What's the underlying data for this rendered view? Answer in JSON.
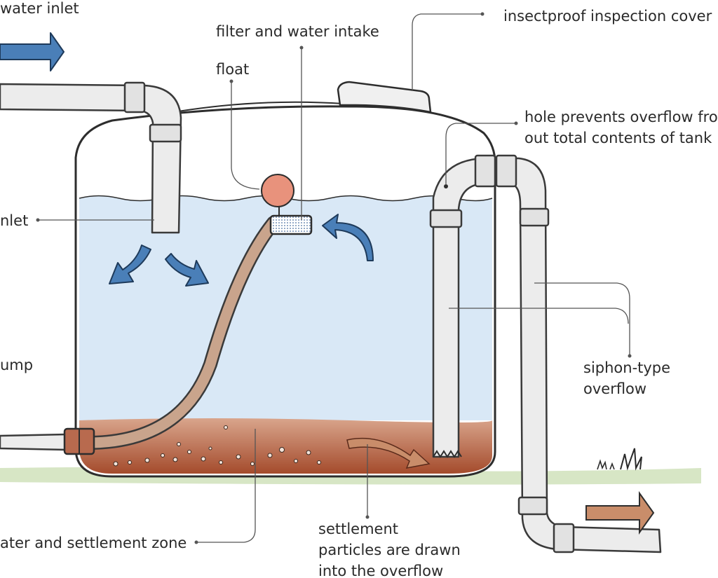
{
  "labels": {
    "water_inlet": "water inlet",
    "filter_intake": "filter and water intake",
    "float": "float",
    "inspection_cover": "insectproof inspection cover",
    "hole_line1": "hole prevents overflow fro",
    "hole_line2": "out total contents of tank",
    "inlet": "nlet",
    "pump": "ump",
    "siphon_line1": "siphon-type",
    "siphon_line2": "overflow",
    "settlement_zone": "ater and settlement zone",
    "settlement_line1": "settlement",
    "settlement_line2": "particles are drawn",
    "settlement_line3": "into the overflow"
  },
  "colors": {
    "water": "#d9e8f6",
    "sediment": "#b05a3a",
    "float": "#e8927c",
    "hose": "#c9a48c",
    "flow_arrow": "#4a7fb8",
    "outflow_arrow": "#c98d6a",
    "grass": "#b7d49a"
  }
}
